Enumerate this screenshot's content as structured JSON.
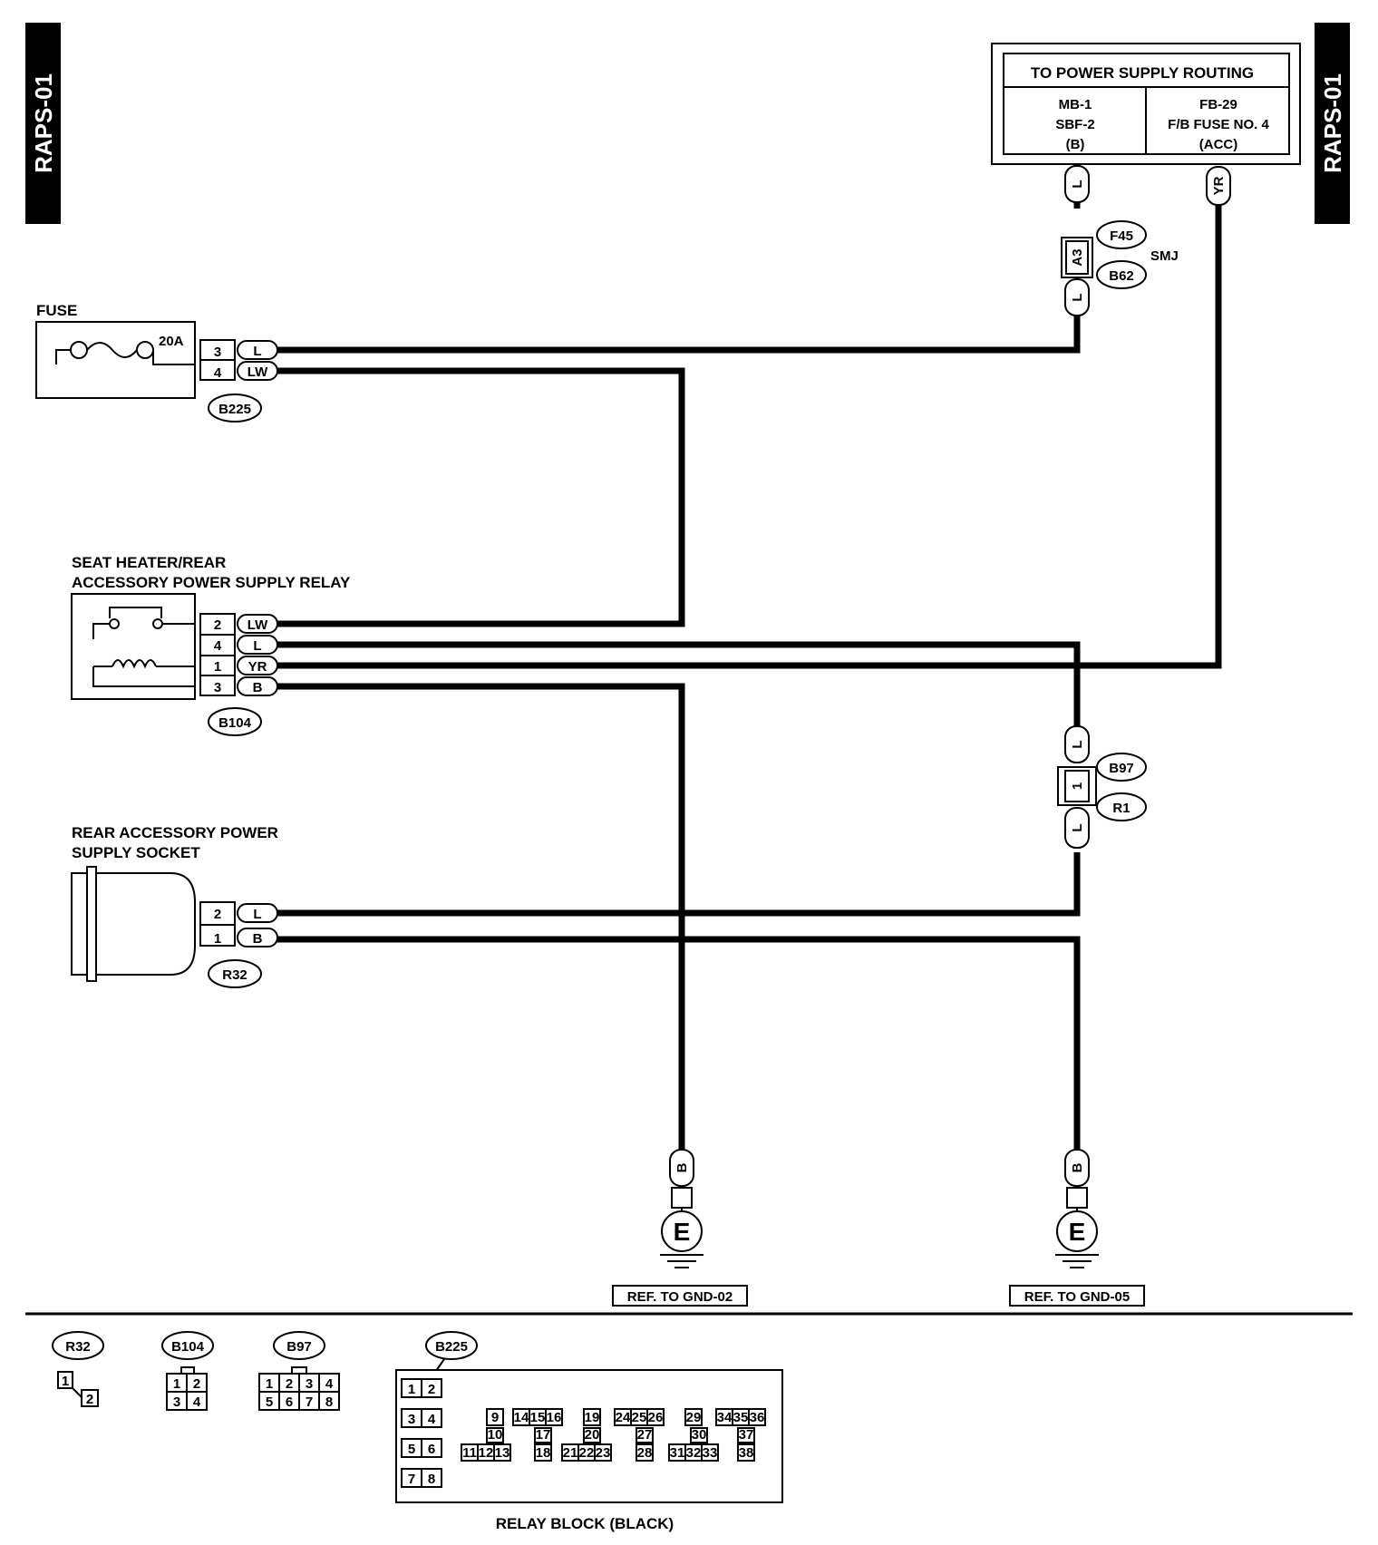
{
  "page_tag": "RAPS-01",
  "power_supply": {
    "title": "TO POWER SUPPLY ROUTING",
    "left": [
      "MB-1",
      "SBF-2",
      "(B)"
    ],
    "right": [
      "FB-29",
      "F/B FUSE NO. 4",
      "(ACC)"
    ]
  },
  "fuse": {
    "label": "FUSE",
    "rating": "20A",
    "connector": "B225",
    "pins": [
      {
        "pin": "3",
        "color": "L"
      },
      {
        "pin": "4",
        "color": "LW"
      }
    ]
  },
  "relay": {
    "label_line1": "SEAT HEATER/REAR",
    "label_line2": "ACCESSORY POWER SUPPLY RELAY",
    "connector": "B104",
    "pins": [
      {
        "pin": "2",
        "color": "LW"
      },
      {
        "pin": "4",
        "color": "L"
      },
      {
        "pin": "1",
        "color": "YR"
      },
      {
        "pin": "3",
        "color": "B"
      }
    ]
  },
  "socket": {
    "label_line1": "REAR  ACCESSORY POWER",
    "label_line2": "SUPPLY SOCKET",
    "connector": "R32",
    "pins": [
      {
        "pin": "2",
        "color": "L"
      },
      {
        "pin": "1",
        "color": "B"
      }
    ]
  },
  "splices": {
    "smj": {
      "top": "F45",
      "bottom": "B62",
      "pin": "A3",
      "tag": "SMJ",
      "wire_top": "L",
      "wire_bottom": "L"
    },
    "b97": {
      "top": "B97",
      "bottom": "R1",
      "pin": "1",
      "wire_top": "L",
      "wire_bottom": "L"
    },
    "yr_wire": "YR"
  },
  "grounds": [
    {
      "wire": "B",
      "symbol": "E",
      "ref": "REF. TO GND-02"
    },
    {
      "wire": "B",
      "symbol": "E",
      "ref": "REF. TO GND-05"
    }
  ],
  "connector_views": {
    "r32": {
      "name": "R32",
      "cells": [
        "1",
        "2"
      ]
    },
    "b104": {
      "name": "B104",
      "cells": [
        "1",
        "2",
        "3",
        "4"
      ]
    },
    "b97": {
      "name": "B97",
      "cells": [
        "1",
        "2",
        "3",
        "4",
        "5",
        "6",
        "7",
        "8"
      ]
    },
    "b225": {
      "name": "B225",
      "left": [
        "1",
        "2",
        "3",
        "4",
        "5",
        "6",
        "7",
        "8"
      ],
      "row1": [
        "9",
        "14",
        "15",
        "16",
        "19",
        "24",
        "25",
        "26",
        "29",
        "34",
        "35",
        "36"
      ],
      "row2": [
        "10",
        "17",
        "20",
        "27",
        "30",
        "37"
      ],
      "row3": [
        "11",
        "12",
        "13",
        "18",
        "21",
        "22",
        "23",
        "28",
        "31",
        "32",
        "33",
        "38"
      ],
      "caption": "RELAY BLOCK (BLACK)"
    }
  }
}
